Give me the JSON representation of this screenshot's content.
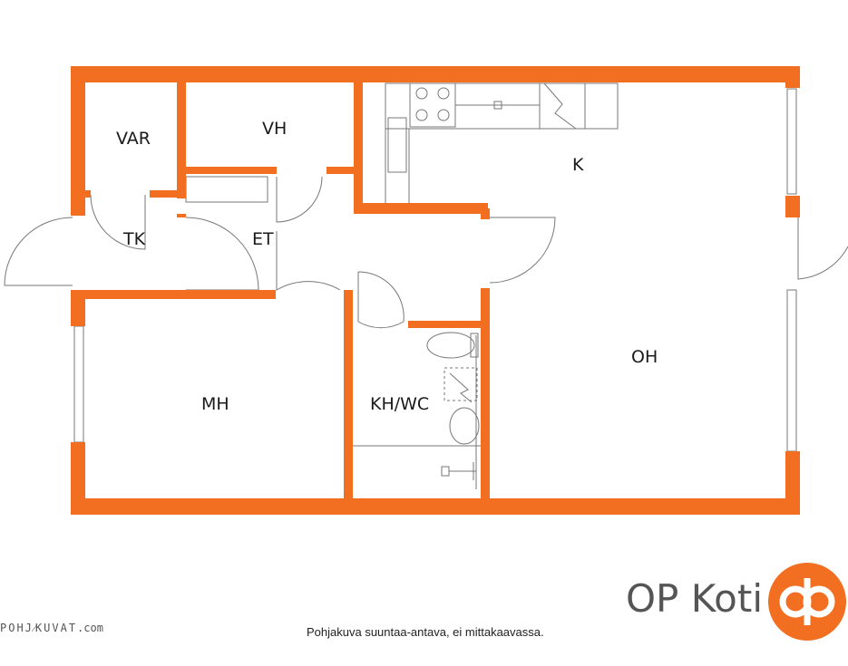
{
  "rooms": {
    "var": "VAR",
    "vh": "VH",
    "k": "K",
    "tk": "TK",
    "et": "ET",
    "oh": "OH",
    "mh": "MH",
    "khwc": "KH/WC"
  },
  "footer": {
    "note": "Pohjakuva suuntaa-antava, ei mittakaavassa.",
    "brand": "OP Koti",
    "source_left": "POHJ",
    "source_right": "KUVAT",
    "source_suffix": ".com"
  },
  "colors": {
    "wall": "#f26f21",
    "fixture": "#777777",
    "logo": "#f26f21"
  },
  "icons": {
    "logo": "op-logo-icon"
  }
}
